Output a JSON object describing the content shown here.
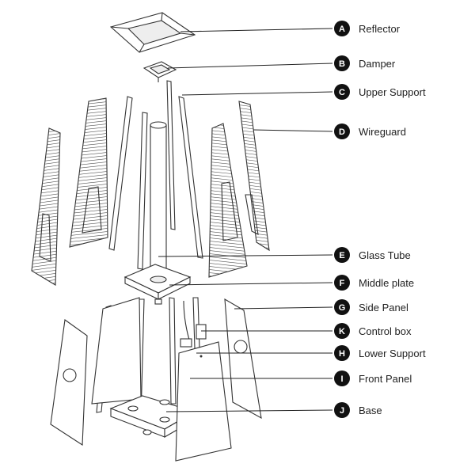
{
  "callouts": [
    {
      "letter": "A",
      "label": "Reflector"
    },
    {
      "letter": "B",
      "label": "Damper"
    },
    {
      "letter": "C",
      "label": "Upper Support"
    },
    {
      "letter": "D",
      "label": "Wireguard"
    },
    {
      "letter": "E",
      "label": "Glass Tube"
    },
    {
      "letter": "F",
      "label": "Middle plate"
    },
    {
      "letter": "G",
      "label": "Side Panel"
    },
    {
      "letter": "K",
      "label": "Control box"
    },
    {
      "letter": "H",
      "label": "Lower Support"
    },
    {
      "letter": "I",
      "label": "Front Panel"
    },
    {
      "letter": "J",
      "label": "Base"
    }
  ],
  "colors": {
    "line": "#222222",
    "badge": "#111111",
    "wire": "#555555"
  }
}
